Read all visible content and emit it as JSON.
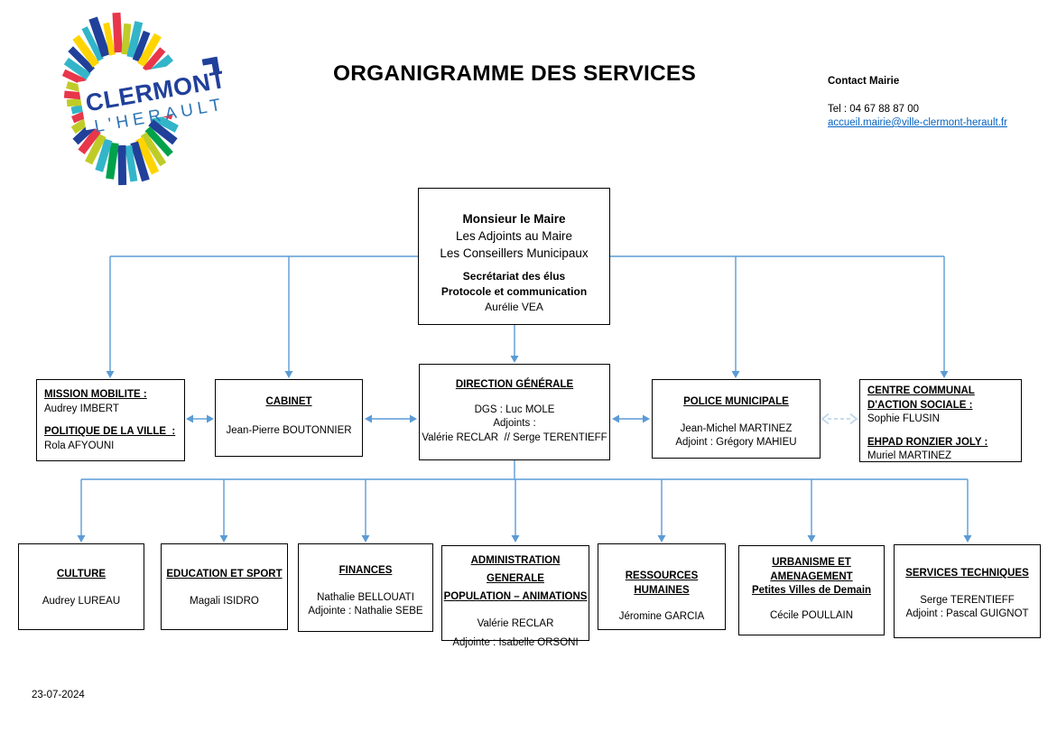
{
  "logo": {
    "line1": "CLERMONT",
    "line2": "L'HERAULT"
  },
  "header": {
    "title": "ORGANIGRAMME DES SERVICES"
  },
  "contact": {
    "heading": "Contact Mairie",
    "tel": "Tel : 04 67 88 87 00",
    "email": "accueil.mairie@ville-clermont-herault.fr"
  },
  "footer": {
    "date": "23-07-2024"
  },
  "colors": {
    "connector_blue": "#5B9BD5",
    "dashed_blue": "#BDD7EE",
    "link_blue": "#0563C1",
    "logo_navy": "#21409A",
    "logo_blue": "#2E75B6",
    "logo_yellow": "#FFD400",
    "logo_red": "#E8374A",
    "logo_teal": "#33B5C9",
    "logo_green": "#00A14B",
    "logo_lime": "#BFCC27"
  },
  "org": {
    "mayor": {
      "title": "Monsieur le Maire",
      "line2": "Les Adjoints au Maire",
      "line3": "Les Conseillers Municipaux",
      "sub1": "Secrétariat des élus",
      "sub2": "Protocole et communication",
      "name": "Aurélie VEA"
    },
    "mission": {
      "h1": "MISSION MOBILITE :",
      "n1": "Audrey IMBERT",
      "h2": "POLITIQUE DE LA VILLE  :",
      "n2": "Rola AFYOUNI"
    },
    "cabinet": {
      "title": "CABINET",
      "name": "Jean-Pierre BOUTONNIER"
    },
    "direction": {
      "title": "DIRECTION GÉNÉRALE",
      "line1": "DGS : Luc MOLE",
      "line2": "Adjoints :",
      "line3": "Valérie RECLAR  // Serge TERENTIEFF"
    },
    "police": {
      "title": "POLICE MUNICIPALE",
      "line1": "Jean-Michel MARTINEZ",
      "line2": "Adjoint : Grégory MAHIEU"
    },
    "ccas": {
      "h1": "CENTRE COMMUNAL D'ACTION SOCIALE :",
      "n1": "Sophie FLUSIN",
      "h2": "EHPAD RONZIER JOLY :",
      "n2": "Muriel MARTINEZ"
    },
    "culture": {
      "title": "CULTURE",
      "l1": "Audrey LUREAU"
    },
    "education": {
      "title": "EDUCATION ET SPORT",
      "l1": "Magali ISIDRO"
    },
    "finances": {
      "title": "FINANCES",
      "l1": "Nathalie BELLOUATI",
      "l2": "Adjointe : Nathalie SEBE"
    },
    "admin": {
      "t1": "ADMINISTRATION GENERALE",
      "t2": "POPULATION – ANIMATIONS",
      "l1": "Valérie RECLAR",
      "l2": "Adjointe : Isabelle ORSONI"
    },
    "rh": {
      "title": "RESSOURCES HUMAINES",
      "l1": "Jéromine GARCIA"
    },
    "urbanisme": {
      "t1": "URBANISME ET",
      "t2": "AMENAGEMENT",
      "t3": "Petites Villes de Demain",
      "l1": "Cécile POULLAIN"
    },
    "technique": {
      "title": "SERVICES TECHNIQUES",
      "l1": "Serge TERENTIEFF",
      "l2": "Adjoint : Pascal GUIGNOT"
    }
  }
}
